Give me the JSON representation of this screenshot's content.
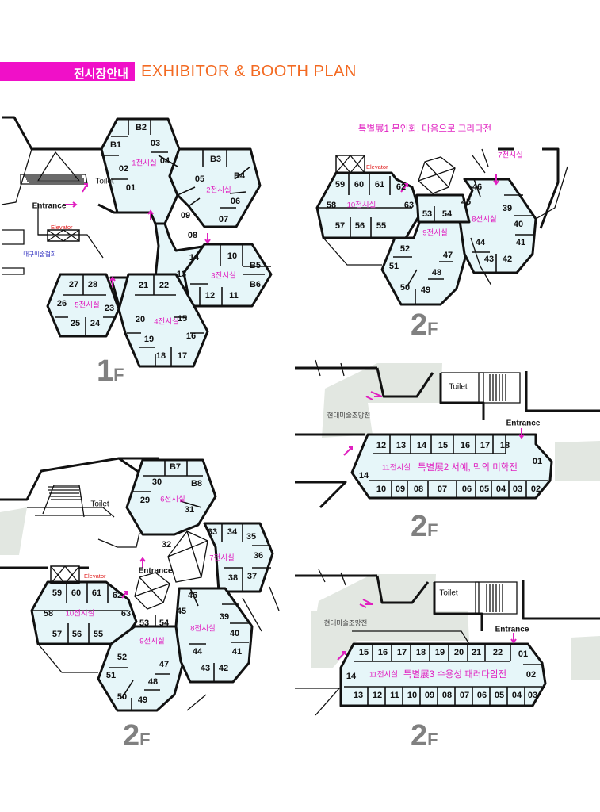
{
  "header": {
    "tag": "전시장안내",
    "title": "EXHIBITOR & BOOTH  PLAN"
  },
  "labels": {
    "toilet": "Toilet",
    "entrance": "Entrance",
    "elevator": "Elevator",
    "daegu_assoc": "대구미술협회",
    "craft_exhibit": "현대미술조망전"
  },
  "floors": {
    "f1": "1",
    "f2": "2",
    "suffix": "F"
  },
  "halls": {
    "h1": "1전시실",
    "h2": "2전시실",
    "h3": "3전시실",
    "h4": "4전시실",
    "h5": "5전시실",
    "h6": "6전시실",
    "h7": "7전시실",
    "h8": "8전시실",
    "h9": "9전시실",
    "h10": "10전시실",
    "h11": "11전시실"
  },
  "specials": {
    "s1": "특별展1 문인화, 마음으로 그리다전",
    "s2": "특별展2 서예, 먹의 미학전",
    "s3": "특별展3 수용성 패러다임전"
  },
  "plan_1f": [
    [
      "B2",
      "178",
      "161"
    ],
    [
      "B1",
      "146",
      "183"
    ],
    [
      "03",
      "196",
      "181"
    ],
    [
      "04",
      "208",
      "203"
    ],
    [
      "02",
      "156",
      "213"
    ],
    [
      "01",
      "165",
      "237"
    ],
    [
      "B3",
      "272",
      "201"
    ],
    [
      "B4",
      "302",
      "222"
    ],
    [
      "05",
      "252",
      "226"
    ],
    [
      "06",
      "297",
      "254"
    ],
    [
      "07",
      "282",
      "277"
    ],
    [
      "09",
      "234",
      "272"
    ],
    [
      "08",
      "243",
      "297"
    ],
    [
      "14",
      "245",
      "325"
    ],
    [
      "13",
      "229",
      "346"
    ],
    [
      "10",
      "293",
      "323"
    ],
    [
      "B5",
      "322",
      "335"
    ],
    [
      "B6",
      "322",
      "359"
    ],
    [
      "12",
      "265",
      "373"
    ],
    [
      "11",
      "295",
      "373"
    ],
    [
      "21",
      "181",
      "360"
    ],
    [
      "22",
      "207",
      "360"
    ],
    [
      "20",
      "177",
      "403"
    ],
    [
      "15",
      "230",
      "402"
    ],
    [
      "19",
      "188",
      "428"
    ],
    [
      "16",
      "241",
      "424"
    ],
    [
      "18",
      "203",
      "449"
    ],
    [
      "17",
      "230",
      "449"
    ],
    [
      "27",
      "93",
      "359"
    ],
    [
      "28",
      "117",
      "359"
    ],
    [
      "26",
      "78",
      "383"
    ],
    [
      "23",
      "138",
      "389"
    ],
    [
      "25",
      "95",
      "408"
    ],
    [
      "24",
      "120",
      "408"
    ]
  ],
  "plan_2f_top": [
    [
      "59",
      "429",
      "233"
    ],
    [
      "60",
      "453",
      "233"
    ],
    [
      "61",
      "479",
      "233"
    ],
    [
      "62",
      "506",
      "236"
    ],
    [
      "58",
      "418",
      "259"
    ],
    [
      "63",
      "516",
      "259"
    ],
    [
      "57",
      "429",
      "285"
    ],
    [
      "56",
      "454",
      "285"
    ],
    [
      "55",
      "481",
      "285"
    ],
    [
      "53",
      "539",
      "270"
    ],
    [
      "54",
      "564",
      "270"
    ],
    [
      "46",
      "602",
      "236"
    ],
    [
      "45",
      "588",
      "255"
    ],
    [
      "39",
      "640",
      "263"
    ],
    [
      "40",
      "654",
      "283"
    ],
    [
      "41",
      "657",
      "306"
    ],
    [
      "42",
      "640",
      "327"
    ],
    [
      "43",
      "617",
      "327"
    ],
    [
      "44",
      "606",
      "306"
    ],
    [
      "52",
      "511",
      "314"
    ],
    [
      "51",
      "497",
      "336"
    ],
    [
      "47",
      "565",
      "322"
    ],
    [
      "48",
      "551",
      "344"
    ],
    [
      "50",
      "511",
      "363"
    ],
    [
      "49",
      "537",
      "366"
    ]
  ],
  "plan_2f_mid_top": [
    "12",
    "13",
    "14",
    "15",
    "16",
    "17",
    "18"
  ],
  "plan_2f_mid_bot": [
    "10",
    "09",
    "08",
    "07",
    "06",
    "05",
    "04",
    "03",
    "02"
  ],
  "plan_2f_mid_side": [
    [
      "01",
      "678",
      "582"
    ],
    [
      "14",
      "459",
      "600"
    ]
  ],
  "plan_2f_bot_left": [
    [
      "B7",
      "221",
      "589"
    ],
    [
      "B8",
      "248",
      "610"
    ],
    [
      "30",
      "198",
      "608"
    ],
    [
      "29",
      "183",
      "631"
    ],
    [
      "31",
      "239",
      "643"
    ],
    [
      "33",
      "268",
      "671"
    ],
    [
      "34",
      "293",
      "671"
    ],
    [
      "35",
      "317",
      "677"
    ],
    [
      "36",
      "326",
      "701"
    ],
    [
      "37",
      "318",
      "727"
    ],
    [
      "38",
      "294",
      "729"
    ],
    [
      "32",
      "210",
      "687"
    ],
    [
      "59",
      "72",
      "748"
    ],
    [
      "60",
      "96",
      "748"
    ],
    [
      "61",
      "122",
      "748"
    ],
    [
      "62",
      "148",
      "751"
    ],
    [
      "58",
      "61",
      "774"
    ],
    [
      "63",
      "159",
      "774"
    ],
    [
      "57",
      "72",
      "800"
    ],
    [
      "56",
      "97",
      "800"
    ],
    [
      "55",
      "124",
      "800"
    ],
    [
      "53",
      "182",
      "786"
    ],
    [
      "54",
      "207",
      "786"
    ],
    [
      "46",
      "243",
      "751"
    ],
    [
      "45",
      "229",
      "771"
    ],
    [
      "39",
      "283",
      "778"
    ],
    [
      "40",
      "296",
      "799"
    ],
    [
      "41",
      "299",
      "822"
    ],
    [
      "42",
      "282",
      "843"
    ],
    [
      "43",
      "259",
      "843"
    ],
    [
      "44",
      "249",
      "822"
    ],
    [
      "52",
      "154",
      "829"
    ],
    [
      "51",
      "140",
      "852"
    ],
    [
      "47",
      "207",
      "838"
    ],
    [
      "48",
      "193",
      "860"
    ],
    [
      "50",
      "154",
      "879"
    ],
    [
      "49",
      "180",
      "883"
    ]
  ],
  "plan_2f_bot_top": [
    "15",
    "16",
    "17",
    "18",
    "19",
    "20",
    "21",
    "22"
  ],
  "plan_2f_bot_bot": [
    "13",
    "12",
    "11",
    "10",
    "09",
    "08",
    "07",
    "06",
    "05",
    "04",
    "03"
  ],
  "plan_2f_bot_side": [
    [
      "01",
      "660",
      "825"
    ],
    [
      "02",
      "670",
      "851"
    ],
    [
      "14",
      "443",
      "853"
    ]
  ]
}
